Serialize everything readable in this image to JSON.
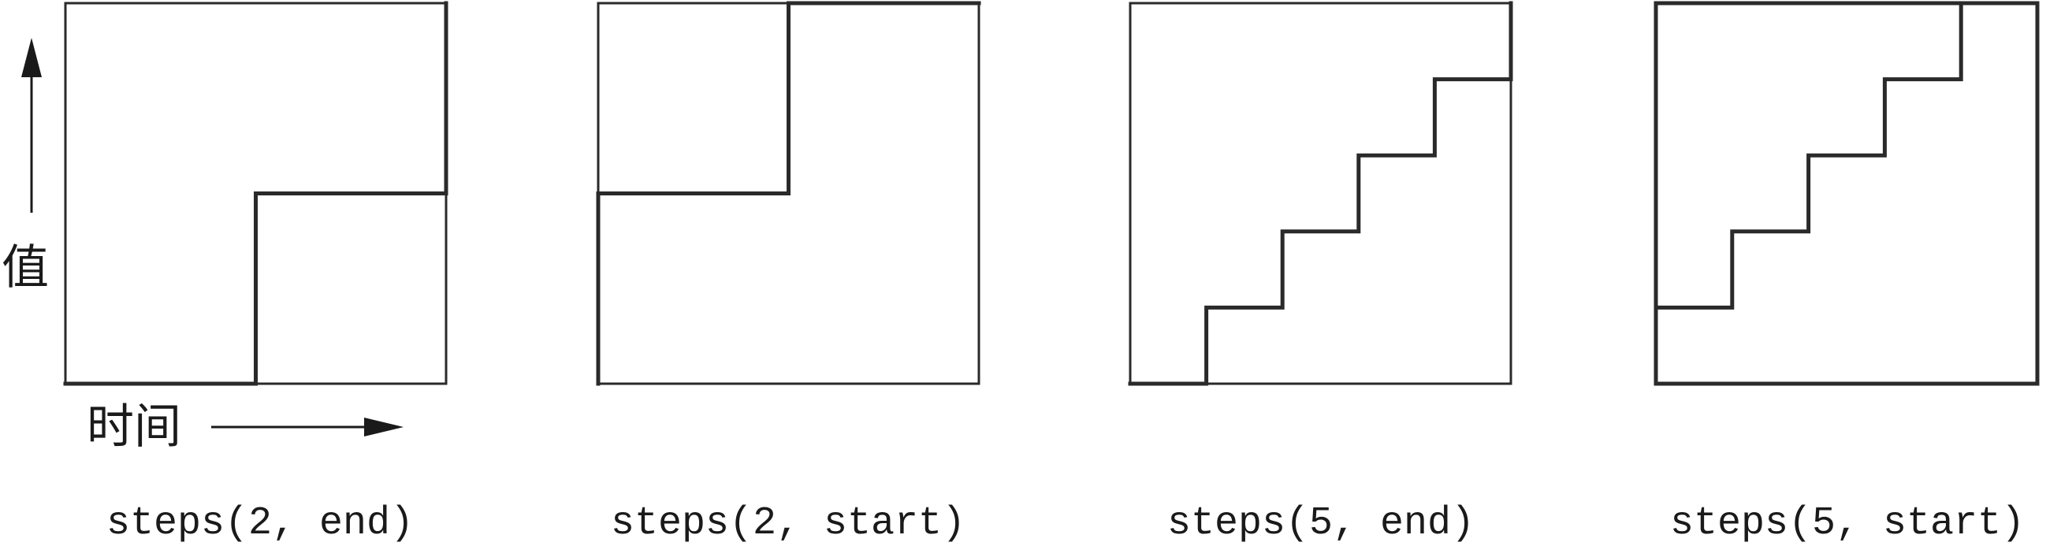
{
  "axes": {
    "y_label": "值",
    "x_label": "时间"
  },
  "panels": [
    {
      "caption": "steps(2, end)",
      "steps": 2,
      "position": "end"
    },
    {
      "caption": "steps(2, start)",
      "steps": 2,
      "position": "start"
    },
    {
      "caption": "steps(5, end)",
      "steps": 5,
      "position": "end"
    },
    {
      "caption": "steps(5, start)",
      "steps": 5,
      "position": "start"
    }
  ],
  "colors": {
    "stroke": "#2a2a2a",
    "text": "#1a1a1a",
    "background": "#ffffff"
  }
}
